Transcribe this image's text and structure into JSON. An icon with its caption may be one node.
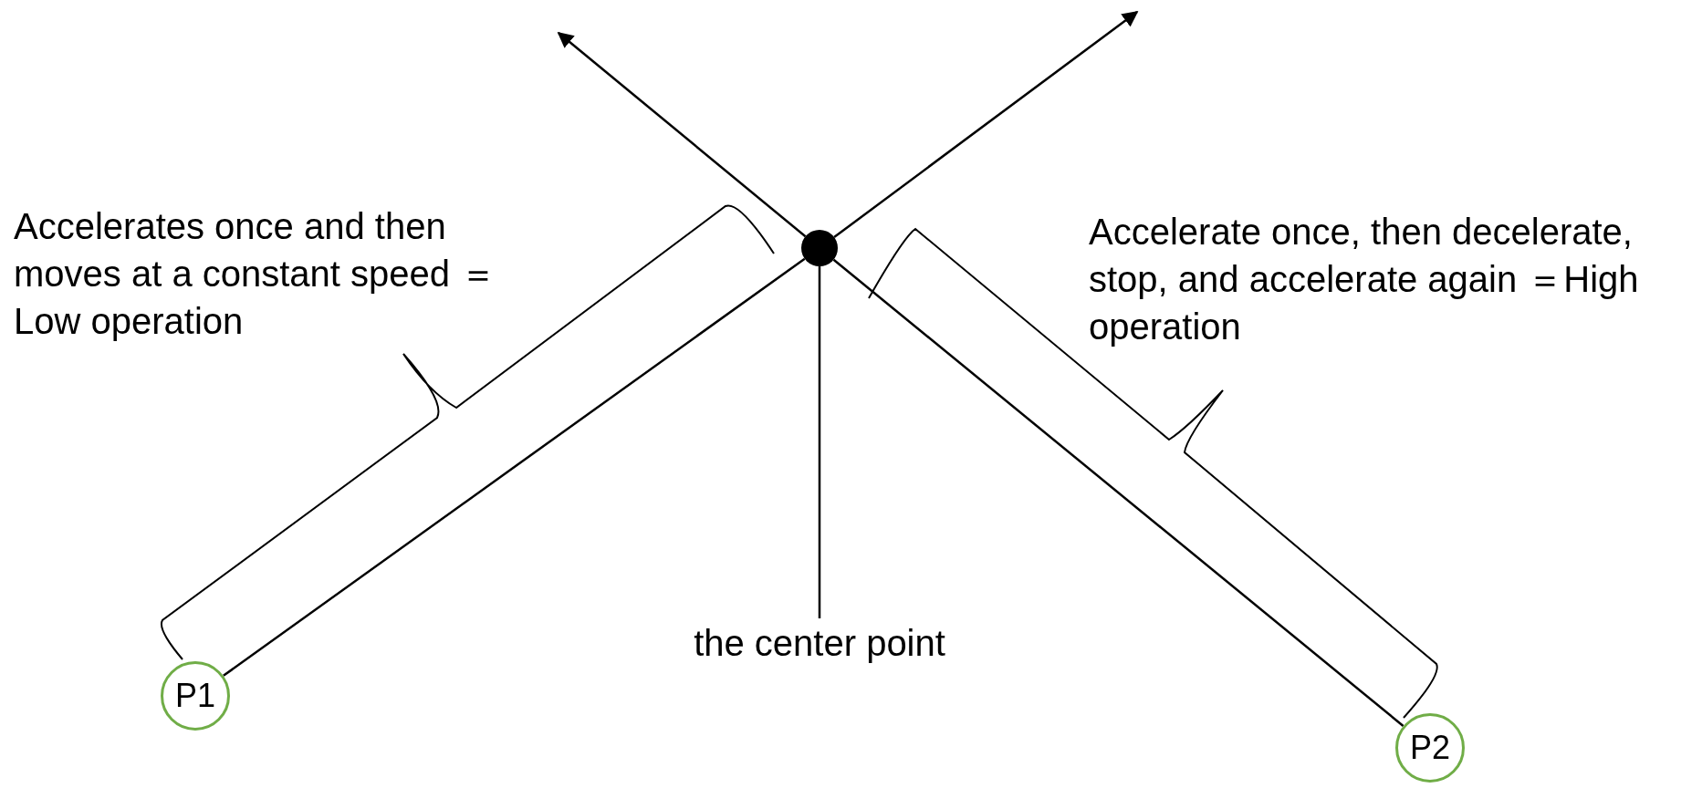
{
  "diagram": {
    "nodes": [
      {
        "text": [],
        "shape": "circle"
      },
      {
        "text": [
          "P1"
        ]
      },
      {
        "text": [
          "P2"
        ]
      },
      {
        "text": [
          "the center point"
        ]
      }
    ],
    "edges": [
      {
        "from": 0,
        "to": null,
        "arrow": "to"
      },
      {
        "from": 0,
        "to": null,
        "arrow": "to"
      },
      {
        "from": 0,
        "to": 1,
        "arrow": "none"
      },
      {
        "from": 0,
        "to": 2,
        "arrow": "none"
      },
      {
        "from": 3,
        "to": 0,
        "arrow": "none"
      }
    ],
    "labels": [
      "Accelerates once and then moves at a constant speed ＝Low operation",
      "Accelerate once, then decelerate, stop, and accelerate again ＝High operation"
    ]
  }
}
